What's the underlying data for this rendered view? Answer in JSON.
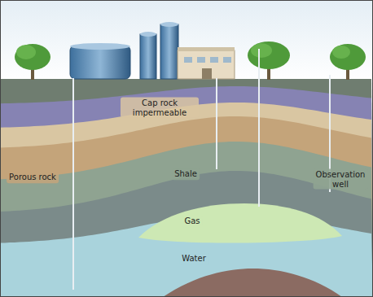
{
  "diagram": {
    "labels": [
      "Cap rock impermeable",
      "Porous rock",
      "Shale",
      "Gas",
      "Water",
      "Observation well"
    ]
  }
}
